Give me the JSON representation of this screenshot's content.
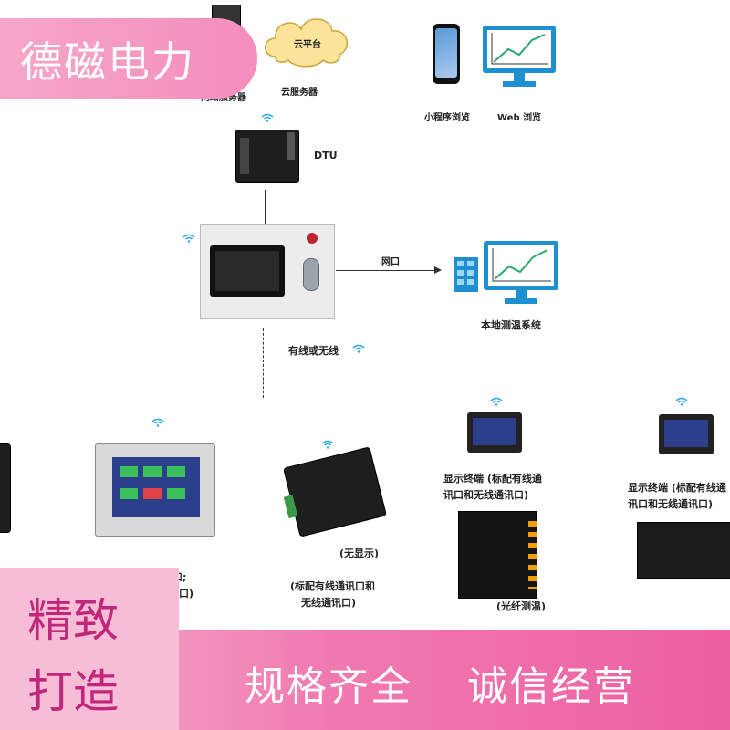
{
  "brand": {
    "company": "德磁电力"
  },
  "cloud": {
    "label": "云平台",
    "server_caption": "云服务器"
  },
  "gateway": {
    "caption": "网络服务器"
  },
  "clients": {
    "mini_program": "小程序浏览",
    "web": "Web 浏览"
  },
  "dtu": {
    "label": "DTU"
  },
  "host": {
    "port_label": "网口",
    "wired_label": "有线或无线",
    "local_system": "本地测温系统"
  },
  "bottom_devices": {
    "dev2_partial": "讯口;",
    "dev2_partial2": "口)",
    "no_display": "(无显示)",
    "no_display_note1": "(标配有线通讯口和",
    "no_display_note2": "无线通讯口)",
    "display1_line1": "显示终端 (标配有线通",
    "display1_line2": "讯口和无线通讯口)",
    "fiber": "(光纤测温)",
    "display2_line1": "显示终端 (标配有线通",
    "display2_line2": "讯口和无线通讯口)"
  },
  "slogans": {
    "left_1": "精致",
    "left_2": "打造",
    "right_1": "规格齐全",
    "right_2": "诚信经营"
  },
  "colors": {
    "pink_accent": "#ee5fa2",
    "monitor_blue": "#1e8fd0",
    "line_blue": "#2aa8e0"
  }
}
